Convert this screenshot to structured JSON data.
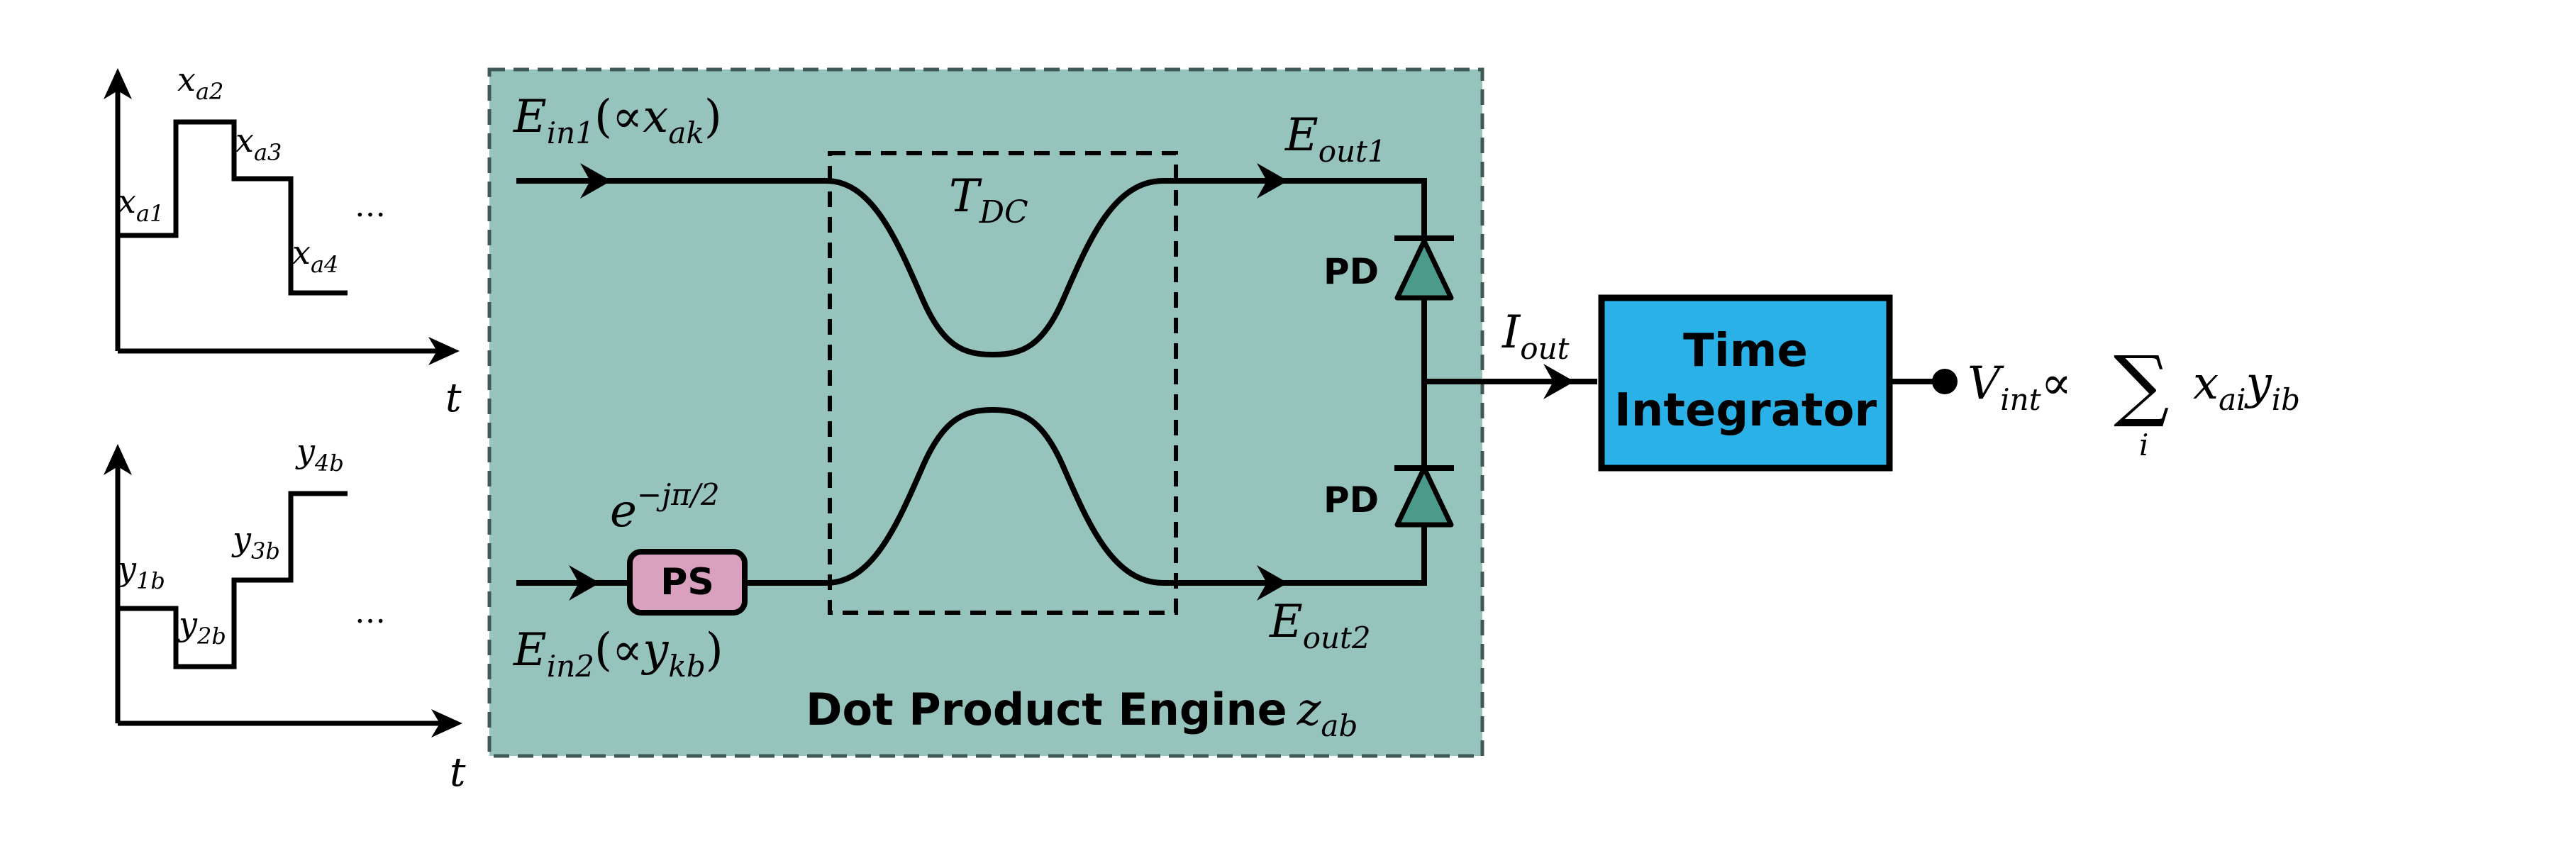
{
  "colors": {
    "engine_fill": "#96c4bc",
    "engine_border": "#3f5a56",
    "phase_shifter_fill": "#d9a0c0",
    "integrator_fill": "#29b1e8",
    "photodiode_fill": "#4c9a8c",
    "line": "#000000"
  },
  "signal_a": {
    "time_label": "t",
    "ellipsis": "…",
    "steps": [
      {
        "base": "x",
        "sub": "a1"
      },
      {
        "base": "x",
        "sub": "a2"
      },
      {
        "base": "x",
        "sub": "a3"
      },
      {
        "base": "x",
        "sub": "a4"
      }
    ]
  },
  "signal_b": {
    "time_label": "t",
    "ellipsis": "…",
    "steps": [
      {
        "base": "y",
        "sub": "1b"
      },
      {
        "base": "y",
        "sub": "2b"
      },
      {
        "base": "y",
        "sub": "3b"
      },
      {
        "base": "y",
        "sub": "4b"
      }
    ]
  },
  "engine": {
    "title_text": "Dot Product Engine",
    "title_var": "z",
    "title_sub": "ab",
    "input1": {
      "base": "E",
      "sub": "in1",
      "open": "(∝",
      "var": "x",
      "var_sub": "ak",
      "close": ")"
    },
    "input2": {
      "base": "E",
      "sub": "in2",
      "open": "(∝",
      "var": "y",
      "var_sub": "kb",
      "close": ")"
    },
    "phase_term": {
      "base": "e",
      "sup": "−jπ/2"
    },
    "phase_shifter_label": "PS",
    "coupler": {
      "base": "T",
      "sub": "DC"
    },
    "output1": {
      "base": "E",
      "sub": "out1"
    },
    "output2": {
      "base": "E",
      "sub": "out2"
    },
    "photodiode_label": "PD"
  },
  "current": {
    "base": "I",
    "sub": "out"
  },
  "integrator": {
    "line1": "Time",
    "line2": "Integrator"
  },
  "result": {
    "base": "V",
    "sub": "int",
    "prop": "∝",
    "sum": "∑",
    "index": "i",
    "term1": "x",
    "term1_sub": "ai",
    "term2": "y",
    "term2_sub": "ib"
  }
}
